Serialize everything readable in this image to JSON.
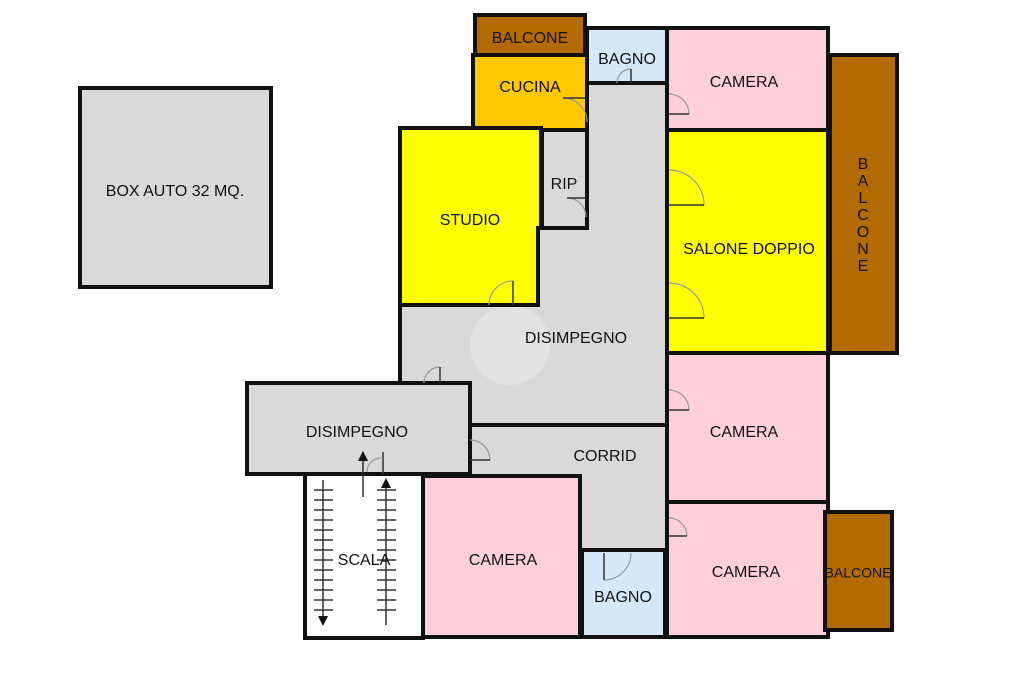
{
  "rooms": {
    "box_auto": "BOX AUTO 32 MQ.",
    "balcone_top": "BALCONE",
    "cucina": "CUCINA",
    "bagno_top": "BAGNO",
    "camera_top": "CAMERA",
    "balcone_right": "BALCONE",
    "studio": "STUDIO",
    "rip": "RIP",
    "salone": "SALONE DOPPIO",
    "disimpegno_center": "DISIMPEGNO",
    "disimpegno_left": "DISIMPEGNO",
    "corrid": "CORRID",
    "camera_right_1": "CAMERA",
    "camera_right_2": "CAMERA",
    "balcone_bottom": "BALCONE",
    "scala": "SCALA",
    "camera_bottom": "CAMERA",
    "bagno_bottom": "BAGNO"
  },
  "colors": {
    "gray": "#d9d9d9",
    "pink": "#ffd0dc",
    "yellow": "#ffff00",
    "kitchen": "#ffc800",
    "balcony": "#b36b00",
    "bath": "#d5e8fa"
  }
}
